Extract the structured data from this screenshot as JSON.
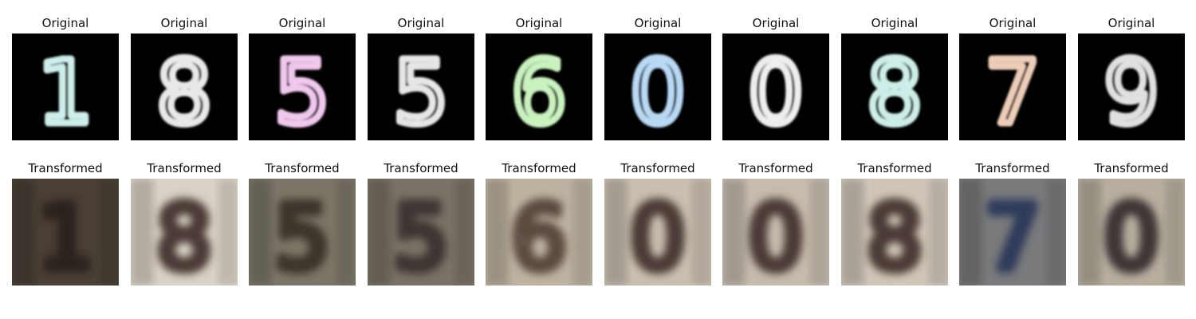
{
  "rows": [
    {
      "title": "Original",
      "panels": [
        {
          "digit": "1",
          "color": "#cdeeea",
          "style": "digit"
        },
        {
          "digit": "8",
          "color": "#e8e8e8",
          "style": "digit"
        },
        {
          "digit": "5",
          "color": "#f0c8ee",
          "style": "digit"
        },
        {
          "digit": "5",
          "color": "#e6e6e6",
          "style": "digit"
        },
        {
          "digit": "6",
          "color": "#c9f2bf",
          "style": "digit"
        },
        {
          "digit": "0",
          "color": "#b8d8f4",
          "style": "digit"
        },
        {
          "digit": "0",
          "color": "#eeeeee",
          "style": "digit"
        },
        {
          "digit": "8",
          "color": "#cdeee8",
          "style": "digit"
        },
        {
          "digit": "7",
          "color": "#edcdb8",
          "style": "digit"
        },
        {
          "digit": "9",
          "color": "#e0e0e0",
          "style": "digit"
        }
      ]
    },
    {
      "title": "Transformed",
      "panels": [
        {
          "digit": "1",
          "bg": "#4a4036",
          "ink": "#2a231d",
          "style": "blur"
        },
        {
          "digit": "8",
          "bg": "#d9d2c6",
          "ink": "#4a3a36",
          "style": "blur"
        },
        {
          "digit": "5",
          "bg": "#7c7668",
          "ink": "#3a342c",
          "style": "blur"
        },
        {
          "digit": "5",
          "bg": "#7a7266",
          "ink": "#3c3630",
          "style": "blur"
        },
        {
          "digit": "6",
          "bg": "#bdb2a0",
          "ink": "#5c4a40",
          "style": "blur"
        },
        {
          "digit": "0",
          "bg": "#c9bfb0",
          "ink": "#4a3a36",
          "style": "blur"
        },
        {
          "digit": "0",
          "bg": "#c6bcae",
          "ink": "#4a3a36",
          "style": "blur"
        },
        {
          "digit": "8",
          "bg": "#cfc6b8",
          "ink": "#4a3a36",
          "style": "blur"
        },
        {
          "digit": "7",
          "bg": "#7a7a7c",
          "ink": "#2e3a5a",
          "style": "blur"
        },
        {
          "digit": "0",
          "bg": "#b7ae9e",
          "ink": "#3c3436",
          "style": "blur"
        }
      ]
    }
  ]
}
